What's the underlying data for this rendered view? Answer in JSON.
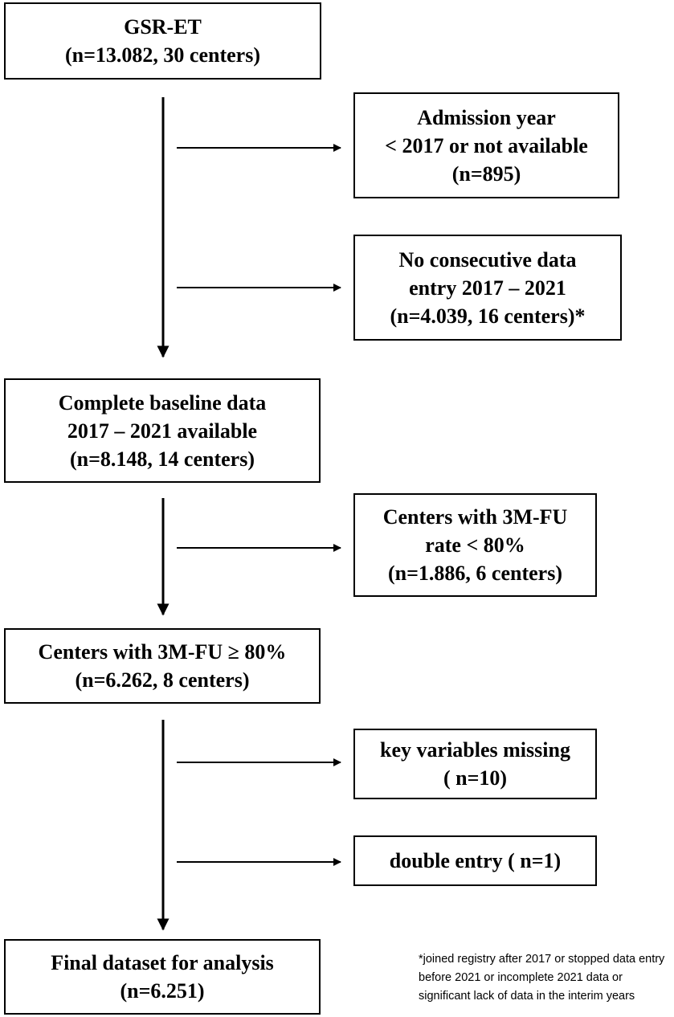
{
  "boxes": {
    "source": {
      "lines": [
        "GSR-ET",
        "(n=13.082, 30 centers)"
      ]
    },
    "excl_admission": {
      "lines": [
        "Admission year",
        "< 2017 or not available",
        "(n=895)"
      ]
    },
    "excl_consecutive": {
      "lines": [
        "No consecutive data",
        "entry 2017 – 2021",
        "(n=4.039, 16 centers)*"
      ]
    },
    "baseline": {
      "lines": [
        "Complete baseline data",
        "2017 – 2021 available",
        "(n=8.148, 14 centers)"
      ]
    },
    "excl_followup": {
      "lines": [
        "Centers with 3M-FU",
        "rate < 80%",
        "(n=1.886, 6 centers)"
      ]
    },
    "followup": {
      "lines": [
        "Centers with 3M-FU ≥ 80%",
        "(n=6.262, 8 centers)"
      ]
    },
    "excl_missing": {
      "lines": [
        "key variables missing",
        "( n=10)"
      ]
    },
    "excl_double": {
      "lines": [
        "double entry ( n=1)"
      ]
    },
    "final": {
      "lines": [
        "Final dataset for analysis",
        "(n=6.251)"
      ]
    }
  },
  "footnote": {
    "lines": [
      "*joined registry after 2017 or stopped data entry",
      "before 2021 or incomplete 2021 data or",
      "significant lack of data in the interim years"
    ]
  }
}
